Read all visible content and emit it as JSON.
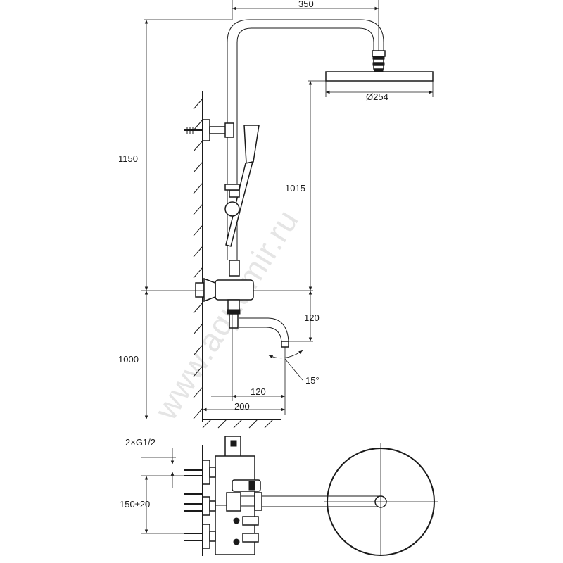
{
  "watermark": "www.aquamir.ru",
  "dimensions": {
    "width_top": "350",
    "head_diameter": "Ø254",
    "height_upper": "1150",
    "height_to_head": "1015",
    "height_lower": "1000",
    "spout_drop": "120",
    "spout_reach": "120",
    "wall_to_spout": "200",
    "spout_angle": "15°",
    "inlet_thread": "2×G1/2",
    "inlet_spacing": "150±20"
  }
}
